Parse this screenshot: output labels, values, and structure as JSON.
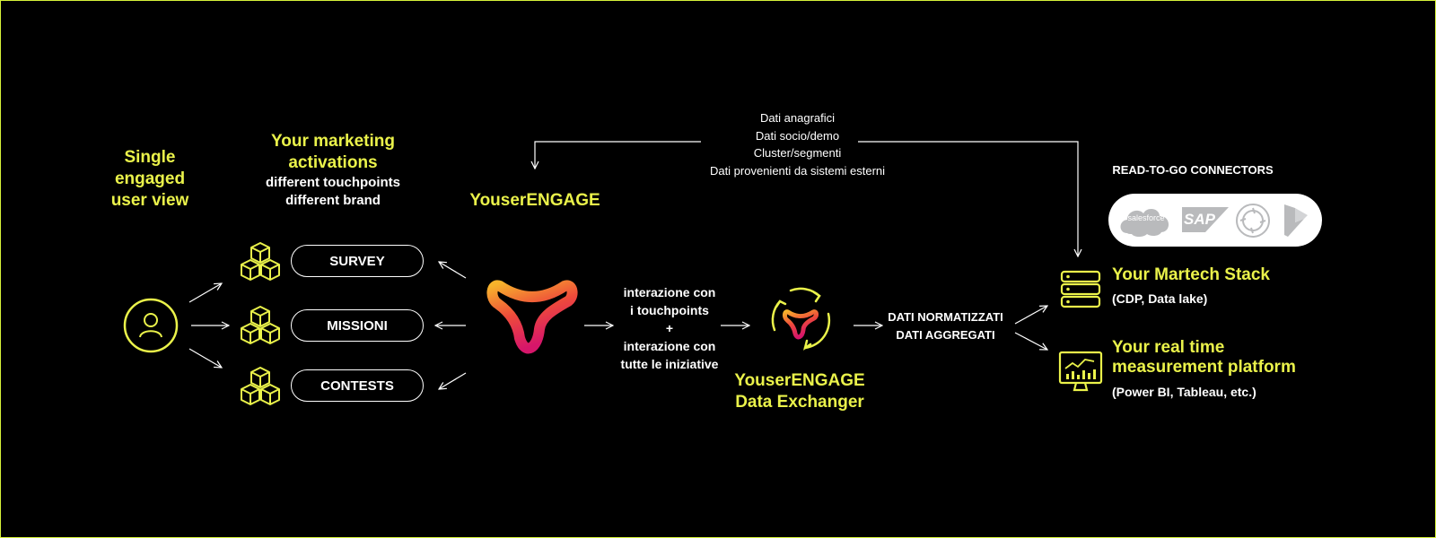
{
  "colors": {
    "accent": "#eaf24a",
    "background": "#000000",
    "text": "#ffffff",
    "logo_gradient": [
      "#f7b32b",
      "#ee4a3b",
      "#d6166a"
    ]
  },
  "user_view": {
    "title_lines": [
      "Single",
      "engaged",
      "user view"
    ],
    "icon": "user-circle-icon"
  },
  "activations": {
    "title_lines": [
      "Your marketing",
      "activations"
    ],
    "subtitle_lines": [
      "different touchpoints",
      "different brand"
    ],
    "items": [
      {
        "label": "SURVEY",
        "icon": "cubes-icon"
      },
      {
        "label": "MISSIONI",
        "icon": "cubes-icon"
      },
      {
        "label": "CONTESTS",
        "icon": "cubes-icon"
      }
    ]
  },
  "engage": {
    "title": "YouserENGAGE"
  },
  "feedback": {
    "lines": [
      "Dati anagrafici",
      "Dati socio/demo",
      "Cluster/segmenti",
      "Dati provenienti da sistemi esterni"
    ]
  },
  "interaction": {
    "lines": [
      "interazione con",
      "i touchpoints",
      "+",
      "interazione con",
      "tutte le iniziative"
    ]
  },
  "exchanger": {
    "title_lines": [
      "YouserENGAGE",
      "Data Exchanger"
    ]
  },
  "data_out": {
    "lines": [
      "DATI NORMATIZZATI",
      "DATI AGGREGATI"
    ]
  },
  "connectors": {
    "heading": "READ-TO-GO CONNECTORS",
    "logos": [
      {
        "name": "salesforce-logo",
        "text": "salesforce"
      },
      {
        "name": "sap-logo",
        "text": "SAP"
      },
      {
        "name": "circle-connector-logo"
      },
      {
        "name": "dynamics-logo"
      }
    ]
  },
  "martech": {
    "title": "Your Martech Stack",
    "subtitle": "(CDP, Data lake)",
    "icon": "server-stack-icon"
  },
  "measurement": {
    "title_lines": [
      "Your real time",
      "measurement platform"
    ],
    "subtitle": "(Power BI, Tableau, etc.)",
    "icon": "dashboard-monitor-icon"
  }
}
